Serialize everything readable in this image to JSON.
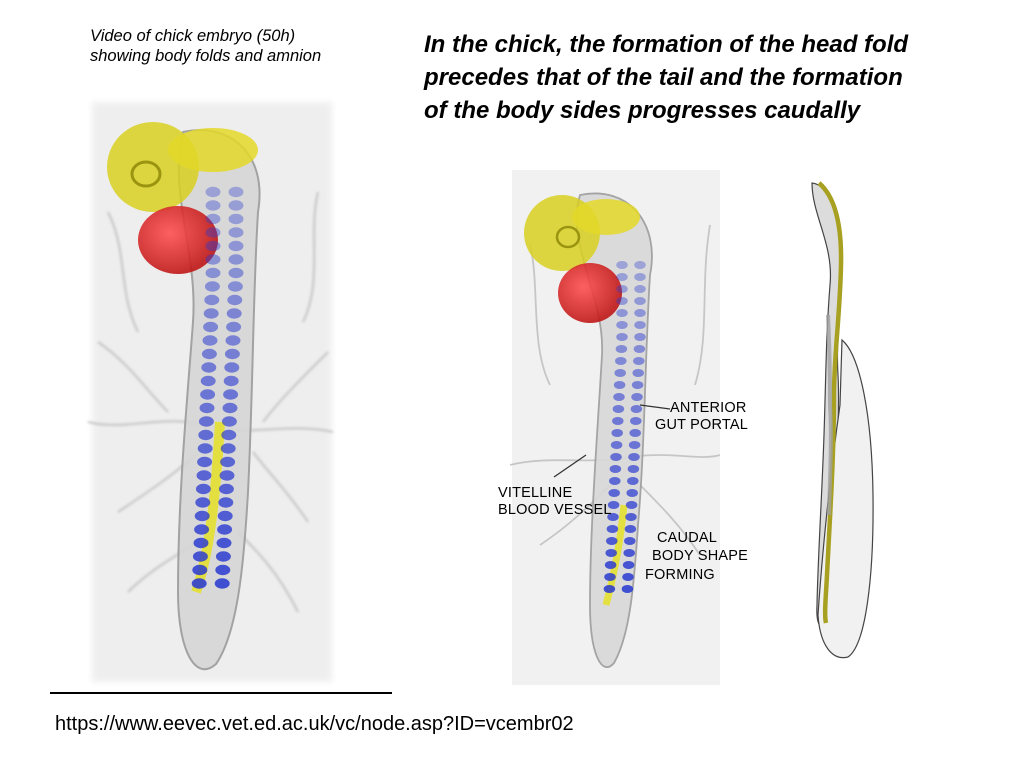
{
  "video_caption": [
    "Video of chick embryo (50h)",
    "showing body folds and amnion"
  ],
  "headline": [
    "In the chick, the formation of the head fold",
    "precedes that of the tail and the formation",
    "of the body sides progresses caudally"
  ],
  "labels": {
    "anterior_gut_portal": [
      "ANTERIOR",
      "GUT PORTAL"
    ],
    "vitelline_blood_vessel": [
      "VITELLINE",
      "BLOOD VESSEL"
    ],
    "caudal_body_shape": [
      "CAUDAL",
      "BODY SHAPE",
      "FORMING"
    ]
  },
  "source": {
    "url": "https://www.eevec.vet.ed.ac.uk/vc/node.asp?ID=vcembr02"
  },
  "colors": {
    "head": "#d8d020",
    "heart": "#e02828",
    "somites": "#2a3ad0",
    "neural_tube": "#e6e030",
    "tissue": "#c8c8c8",
    "olive_line": "#a8a020"
  },
  "icons": [
    "embryo-video-frame",
    "embryo-labelled-image",
    "body-fold-schematic"
  ]
}
